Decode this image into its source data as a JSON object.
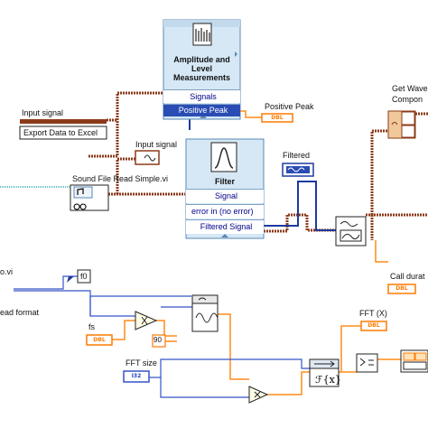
{
  "amplitude_node": {
    "title_lines": [
      "Amplitude and",
      "Level",
      "Measurements"
    ],
    "terminals": [
      "Signals",
      "Positive Peak"
    ]
  },
  "filter_node": {
    "title": "Filter",
    "terminals": [
      "Signal",
      "error in (no error)",
      "Filtered Signal"
    ]
  },
  "labels": {
    "input_signal_top": "Input signal",
    "export_to_excel": "Export Data to Excel",
    "input_signal_mid": "Input signal",
    "sound_file": "Sound File Read Simple.vi",
    "positive_peak": "Positive Peak",
    "filtered": "Filtered",
    "get_waveform": "Get Wave",
    "components": "Compon",
    "call_duration": "Call durat",
    "vi_fragment": "o.vi",
    "read_format": "ead format",
    "f0": "f0",
    "fs": "fs",
    "const_90": "90",
    "fft_x": "FFT (X)",
    "fft_size": "FFT size"
  },
  "terminal_tags": {
    "positive_peak_dbl": "DBL",
    "fs_dbl": "DBL",
    "fft_size_i32": "I32",
    "call_duration_dbl": "DBL",
    "fft_x_dbl": "DBL"
  },
  "colors": {
    "waveform_wire": "#8b3a1a",
    "numeric_wire": "#ff8c1a",
    "signal_wire": "#1e3a9e",
    "integer_wire": "#3553c8",
    "cyan_wire": "#35a6b0",
    "node_header": "#d6e8f5",
    "node_border": "#5a88b5"
  }
}
